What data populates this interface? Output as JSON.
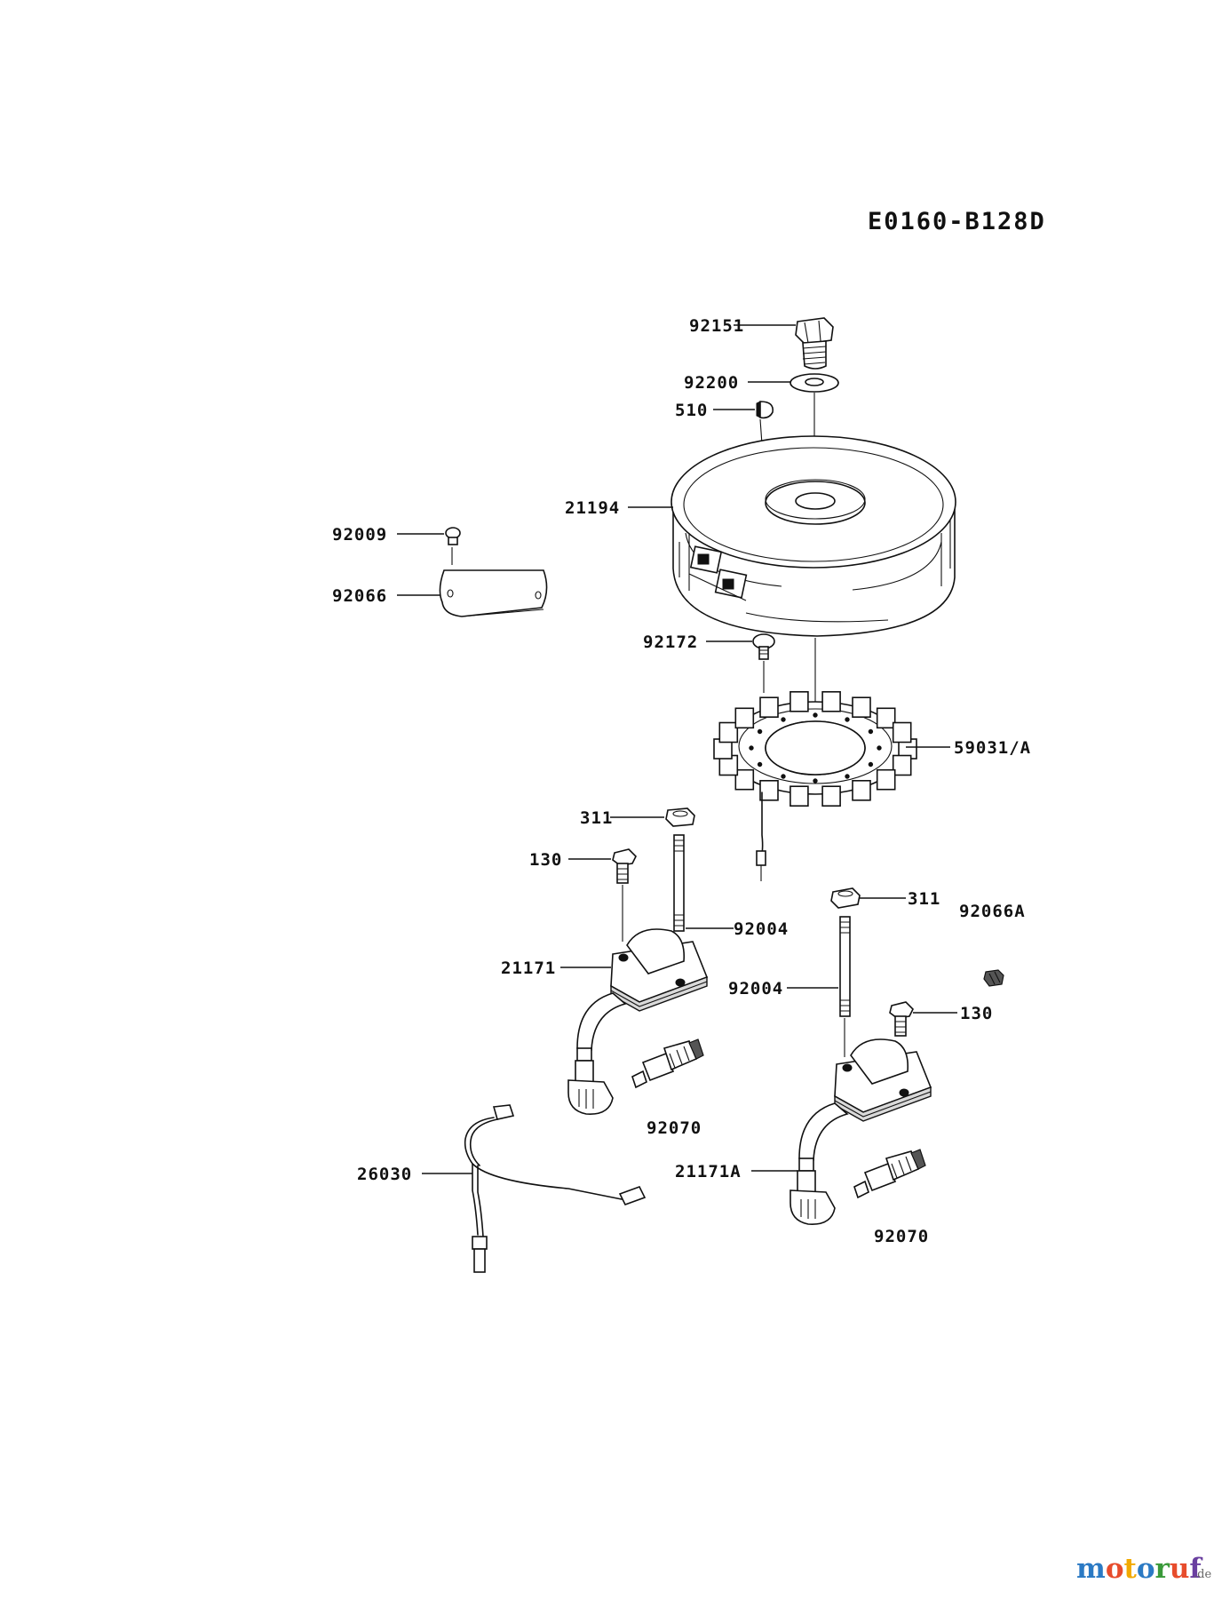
{
  "diagram_code": "E0160-B128D",
  "watermark": {
    "text": "motoruf",
    "tld": ".de",
    "colors": {
      "m": "#2b7ac4",
      "o1": "#e74c2c",
      "t": "#f2a900",
      "o2": "#2b7ac4",
      "r": "#3a9a3a",
      "u": "#e74c2c",
      "f": "#6a3fa0"
    }
  },
  "parts": [
    {
      "id": "p92151",
      "number": "92151",
      "name": "bolt"
    },
    {
      "id": "p92200",
      "number": "92200",
      "name": "washer"
    },
    {
      "id": "p510",
      "number": "510",
      "name": "key"
    },
    {
      "id": "p21194",
      "number": "21194",
      "name": "flywheel"
    },
    {
      "id": "p92009",
      "number": "92009",
      "name": "screw"
    },
    {
      "id": "p92066",
      "number": "92066",
      "name": "plate"
    },
    {
      "id": "p92172",
      "number": "92172",
      "name": "screw"
    },
    {
      "id": "p59031",
      "number": "59031/A",
      "name": "stator"
    },
    {
      "id": "p311a",
      "number": "311",
      "name": "nut"
    },
    {
      "id": "p130a",
      "number": "130",
      "name": "bolt"
    },
    {
      "id": "p92004a",
      "number": "92004",
      "name": "stud"
    },
    {
      "id": "p21171",
      "number": "21171",
      "name": "ignition-coil"
    },
    {
      "id": "p92070a",
      "number": "92070",
      "name": "spark-plug"
    },
    {
      "id": "p26030",
      "number": "26030",
      "name": "harness"
    },
    {
      "id": "p311b",
      "number": "311",
      "name": "nut"
    },
    {
      "id": "p92066A",
      "number": "92066A",
      "name": "nut"
    },
    {
      "id": "p92004b",
      "number": "92004",
      "name": "stud"
    },
    {
      "id": "p130b",
      "number": "130",
      "name": "bolt"
    },
    {
      "id": "p21171A",
      "number": "21171A",
      "name": "ignition-coil"
    },
    {
      "id": "p92070b",
      "number": "92070",
      "name": "spark-plug"
    }
  ]
}
